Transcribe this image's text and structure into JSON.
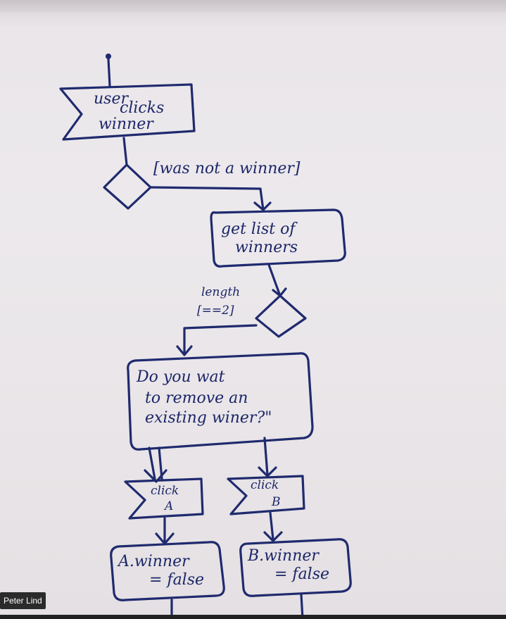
{
  "participant": {
    "name": "Peter Lind"
  },
  "diagram": {
    "start_event": [
      "user",
      "clicks",
      "winner"
    ],
    "guard_not_winner": "[was not a winner]",
    "action_get_list": [
      "get list of",
      "winners"
    ],
    "guard_length": [
      "length",
      "[==2]"
    ],
    "prompt_box": [
      "Do you wat",
      "to remove an",
      "existing winer?\""
    ],
    "event_click_a": [
      "click",
      "A"
    ],
    "event_click_b": [
      "click",
      "B"
    ],
    "action_a": [
      "A.winner",
      "= false"
    ],
    "action_b": [
      "B.winner",
      "= false"
    ]
  }
}
